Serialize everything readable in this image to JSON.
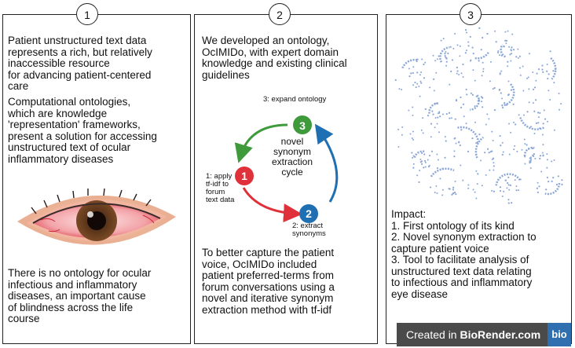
{
  "panels": [
    {
      "number": "1"
    },
    {
      "number": "2"
    },
    {
      "number": "3"
    }
  ],
  "panel1": {
    "text1": "Patient unstructured text data\nrepresents a rich, but relatively\ninaccessible resource\nfor advancing patient-centered\ncare",
    "text2": "Computational ontologies,\nwhich are knowledge\n'representation' frameworks,\npresent a solution for accessing\nunstructured text of ocular\ninflammatory diseases",
    "text3": "There is no ontology for ocular\ninfectious and inflammatory\ndiseases, an important cause\nof blindness across the life\ncourse"
  },
  "panel2": {
    "text1": "We developed an ontology,\nOcIMIDo, with expert domain\nknowledge and existing clinical\nguidelines",
    "cycle": {
      "center": "novel\nsynonym\nextraction\ncycle",
      "node1": "1",
      "node2": "2",
      "node3": "3",
      "step1": "1: apply\ntf-idf to\nforum\ntext data",
      "step2": "2: extract\nsynonyms",
      "step3": "3: expand ontology",
      "colors": {
        "node1": "#e0303a",
        "node2": "#1f6fb3",
        "node3": "#3f9a3c"
      }
    },
    "text2": "To better capture the patient\nvoice, OcIMIDo included\npatient preferred-terms from\nforum conversations using a\nnovel and iterative synonym\nextraction method with tf-idf"
  },
  "panel3": {
    "impact": "Impact:\n1. First ontology of its kind\n2. Novel synonym extraction to\ncapture patient voice\n3. Tool to facilitate analysis of\nunstructured text data relating\nto infectious and inflammatory\neye disease",
    "network_color": "#8aa6d6"
  },
  "watermark": {
    "prefix": "Created in ",
    "brand": "BioRender.com",
    "badge": "bio"
  }
}
